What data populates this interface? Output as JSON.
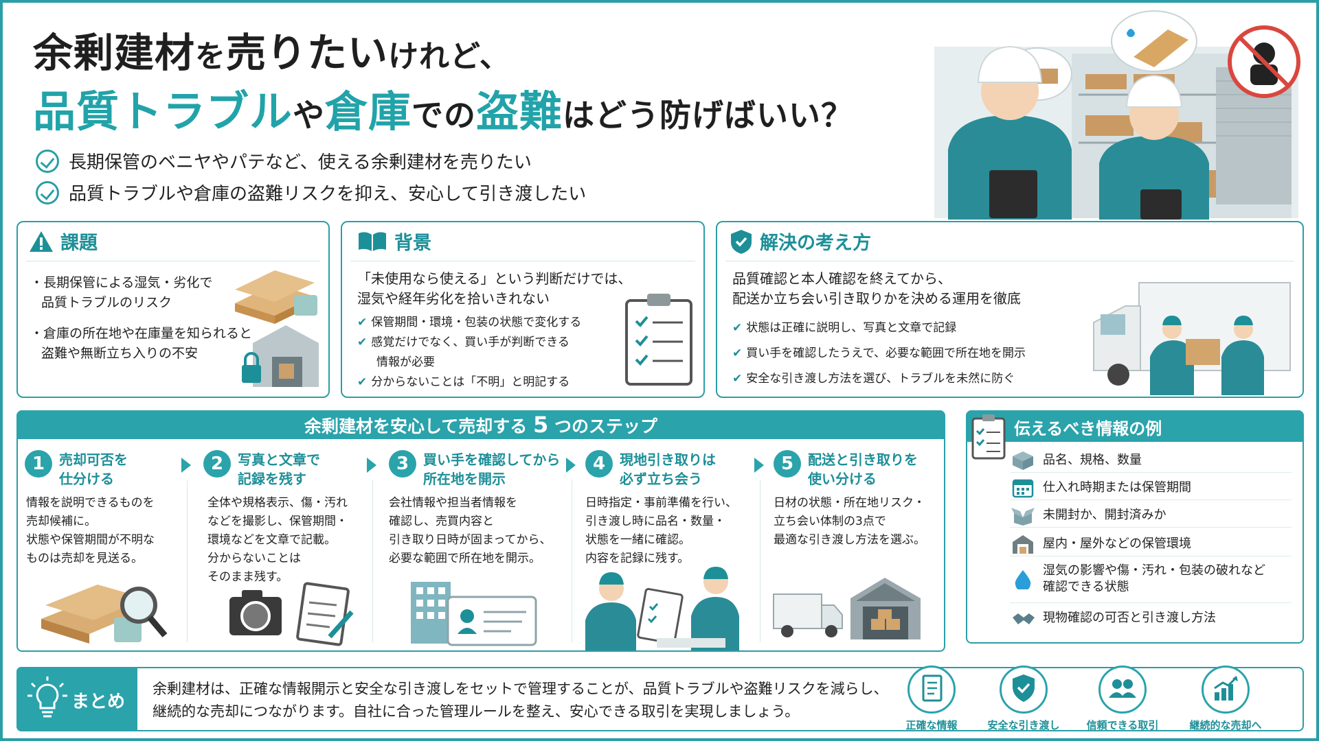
{
  "header": {
    "title_line1_a": "余剰建材",
    "title_line1_b": "を",
    "title_line1_c": "売りたい",
    "title_line1_d": "けれど、",
    "title_line2_a": "品質トラブル",
    "title_line2_b": "や",
    "title_line2_c": "倉庫",
    "title_line2_d": "での",
    "title_line2_e": "盗難",
    "title_line2_f": "はどう防げばいい？",
    "bullets": [
      "長期保管のベニヤやパテなど、使える余剰建材を売りたい",
      "品質トラブルや倉庫の盗難リスクを抑え、安心して引き渡したい"
    ]
  },
  "panels": {
    "issue": {
      "title": "課題",
      "lines": [
        "・長期保管による湿気・劣化で",
        "品質トラブルのリスク",
        "・倉庫の所在地や在庫量を知られると",
        "盗難や無断立ち入りの不安"
      ]
    },
    "background": {
      "title": "背景",
      "lead1": "「未使用なら使える」という判断だけでは、",
      "lead2": "湿気や経年劣化を拾いきれない",
      "items": [
        "保管期間・環境・包装の状態で変化する",
        "感覚だけでなく、買い手が判断できる",
        "情報が必要",
        "分からないことは「不明」と明記する"
      ]
    },
    "solution": {
      "title": "解決の考え方",
      "lead1": "品質確認と本人確認を終えてから、",
      "lead2": "配送か立ち会い引き取りかを決める運用を徹底",
      "items": [
        "状態は正確に説明し、写真と文章で記録",
        "買い手を確認したうえで、必要な範囲で所在地を開示",
        "安全な引き渡し方法を選び、トラブルを未然に防ぐ"
      ]
    }
  },
  "steps": {
    "title_a": "余剰建材を安心して売却する",
    "title_num": "5",
    "title_b": "つのステップ",
    "items": [
      {
        "num": "1",
        "t1": "売却可否を",
        "t2": "仕分ける",
        "lines": [
          "情報を説明できるものを",
          "売却候補に。",
          "状態や保管期間が不明な",
          "ものは売却を見送る。"
        ]
      },
      {
        "num": "2",
        "t1": "写真と文章で",
        "t2": "記録を残す",
        "lines": [
          "全体や規格表示、傷・汚れ",
          "などを撮影し、保管期間・",
          "環境などを文章で記載。",
          "分からないことは",
          "そのまま残す。"
        ]
      },
      {
        "num": "3",
        "t1": "買い手を確認してから",
        "t2": "所在地を開示",
        "lines": [
          "会社情報や担当者情報を",
          "確認し、売買内容と",
          "引き取り日時が固まってから、",
          "必要な範囲で所在地を開示。"
        ]
      },
      {
        "num": "4",
        "t1": "現地引き取りは",
        "t2": "必ず立ち会う",
        "lines": [
          "日時指定・事前準備を行い、",
          "引き渡し時に品名・数量・",
          "状態を一緒に確認。",
          "内容を記録に残す。"
        ]
      },
      {
        "num": "5",
        "t1": "配送と引き取りを",
        "t2": "使い分ける",
        "lines": [
          "日材の状態・所在地リスク・",
          "立ち会い体制の3点で",
          "最適な引き渡し方法を選ぶ。"
        ]
      }
    ]
  },
  "info": {
    "title": "伝えるべき情報の例",
    "items": [
      {
        "icon": "box-icon",
        "l1": "品名、規格、数量",
        "l2": ""
      },
      {
        "icon": "calendar-icon",
        "l1": "仕入れ時期または保管期間",
        "l2": ""
      },
      {
        "icon": "open-box-icon",
        "l1": "未開封か、開封済みか",
        "l2": ""
      },
      {
        "icon": "warehouse-icon",
        "l1": "屋内・屋外などの保管環境",
        "l2": ""
      },
      {
        "icon": "water-drop-icon",
        "l1": "湿気の影響や傷・汚れ・包装の破れなど",
        "l2": "確認できる状態"
      },
      {
        "icon": "handshake-icon",
        "l1": "現物確認の可否と引き渡し方法",
        "l2": ""
      }
    ]
  },
  "summary": {
    "label": "まとめ",
    "line1": "余剰建材は、正確な情報開示と安全な引き渡しをセットで管理することが、品質トラブルや盗難リスクを減らし、",
    "line2": "継続的な売却につながります。自社に合った管理ルールを整え、安心できる取引を実現しましょう。",
    "badges": [
      "正確な情報",
      "安全な引き渡し",
      "信頼できる取引",
      "継続的な売却へ"
    ]
  },
  "colors": {
    "accent": "#2aa3ab",
    "accent_dark": "#1d8f98",
    "text": "#222222"
  }
}
